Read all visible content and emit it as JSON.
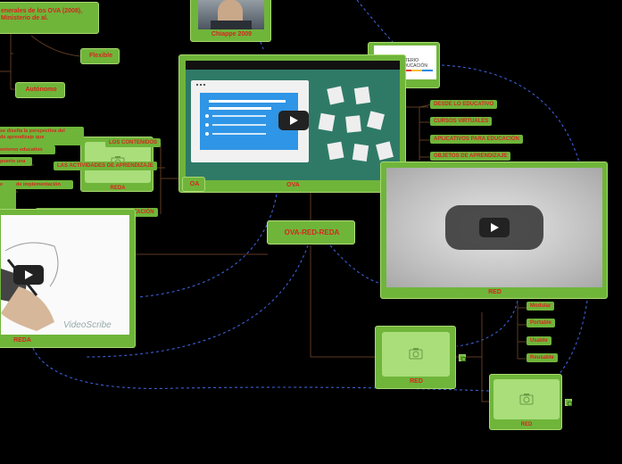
{
  "central": {
    "label": "OVA-RED-REDA"
  },
  "nodes": {
    "ova": {
      "label": "OVA"
    },
    "oa": {
      "label": "OA"
    },
    "red_main": {
      "label": "RED"
    },
    "reda": {
      "label": "REDA"
    },
    "reda_small": {
      "label": "REDA"
    },
    "red_photo1": {
      "label": "RED"
    },
    "red_photo2": {
      "label": "RED"
    },
    "chiappe": {
      "label": "Chiappe 2009"
    },
    "ministerio": {
      "line1": "ISTERIO",
      "line2": "EDUCACIÓN"
    },
    "ova_definition": {
      "text": "enerales de los OVA (2008), Ministerio de al."
    },
    "flexible": {
      "label": "Flexible"
    },
    "autonomo": {
      "label": "Autónomo"
    }
  },
  "ova_children": [
    "DESDE LO EDUCATIVO",
    "CURSOS VIRTUALES",
    "APLICATIVOS PARA EDUCACIÓN",
    "OBJETOS DE APRENDIZAJE"
  ],
  "red_properties": [
    "Modular",
    "Portable",
    "Usable",
    "Reusable"
  ],
  "reda_children": [
    "LOS CONTENIDOS",
    "LAS ACTIVIDADES DE APRENDIZAJE",
    "LOS ELEMENTOS DE CONTEXTUALIZACIÓN"
  ],
  "left_fragments": [
    "se diseña la perspectiva del\nde aprendizaje que",
    "entorno educativo",
    "puerto una",
    "de implementación",
    "e"
  ],
  "video_brand": "VideoScribe",
  "colors": {
    "node": "#6fb53a",
    "text": "#d7261e",
    "background": "#000000",
    "link": "#3a6fd8"
  }
}
